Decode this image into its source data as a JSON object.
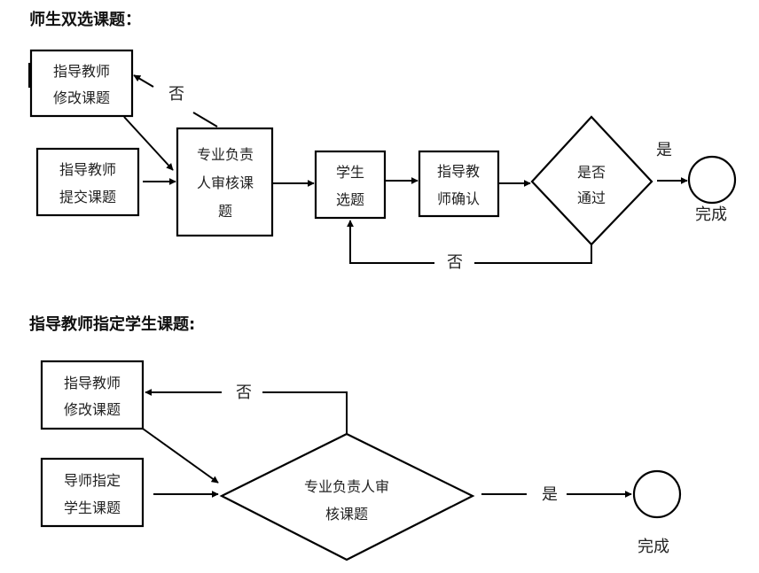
{
  "section1": {
    "title": "师生双选课题：",
    "nodes": {
      "teacher_modify": [
        "指导教师",
        "修改课题"
      ],
      "teacher_submit": [
        "指导教师",
        "提交课题"
      ],
      "director_review": [
        "专业负责",
        "人审核课",
        "题"
      ],
      "student_select": [
        "学生",
        "选题"
      ],
      "teacher_confirm": [
        "指导教",
        "师确认"
      ],
      "pass_decision": [
        "是否",
        "通过"
      ],
      "done": "完成"
    },
    "edge_labels": {
      "review_no": "否",
      "pass_yes": "是",
      "pass_no": "否"
    }
  },
  "section2": {
    "title": "指导教师指定学生课题:",
    "nodes": {
      "teacher_modify": [
        "指导教师",
        "修改课题"
      ],
      "teacher_assign": [
        "导师指定",
        "学生课题"
      ],
      "director_review": [
        "专业负责人审",
        "核课题"
      ],
      "done": "完成"
    },
    "edge_labels": {
      "review_no": "否",
      "review_yes": "是"
    }
  },
  "colors": {
    "stroke": "#000000",
    "text": "#222222",
    "background": "#ffffff"
  }
}
